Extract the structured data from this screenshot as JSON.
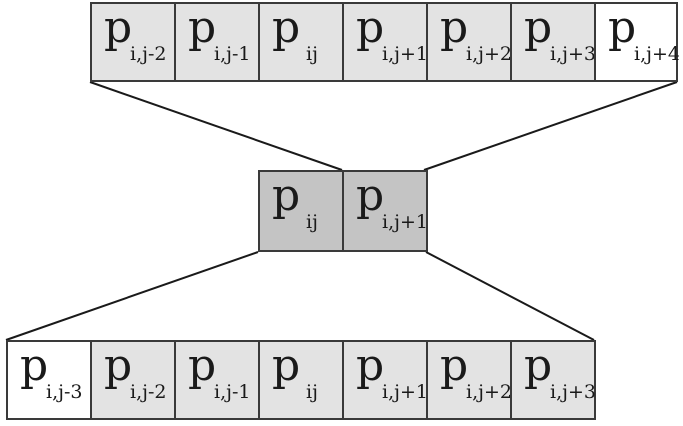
{
  "colors": {
    "cell_fill": "#e3e3e3",
    "cell_highlight_white": "#ffffff",
    "middle_cell_fill": "#c4c4c4",
    "border": "#3a3a3a",
    "text": "#1a1a1a"
  },
  "top_row": [
    {
      "letter": "p",
      "sub": "i,j-2"
    },
    {
      "letter": "p",
      "sub": "i,j-1"
    },
    {
      "letter": "p",
      "sub": "ij"
    },
    {
      "letter": "p",
      "sub": "i,j+1"
    },
    {
      "letter": "p",
      "sub": "i,j+2"
    },
    {
      "letter": "p",
      "sub": "i,j+3"
    },
    {
      "letter": "p",
      "sub": "i,j+4"
    }
  ],
  "middle_row": [
    {
      "letter": "p",
      "sub": "ij"
    },
    {
      "letter": "p",
      "sub": "i,j+1"
    }
  ],
  "bottom_row": [
    {
      "letter": "p",
      "sub": "i,j-3"
    },
    {
      "letter": "p",
      "sub": "i,j-2"
    },
    {
      "letter": "p",
      "sub": "i,j-1"
    },
    {
      "letter": "p",
      "sub": "ij"
    },
    {
      "letter": "p",
      "sub": "i,j+1"
    },
    {
      "letter": "p",
      "sub": "i,j+2"
    },
    {
      "letter": "p",
      "sub": "i,j+3"
    }
  ]
}
